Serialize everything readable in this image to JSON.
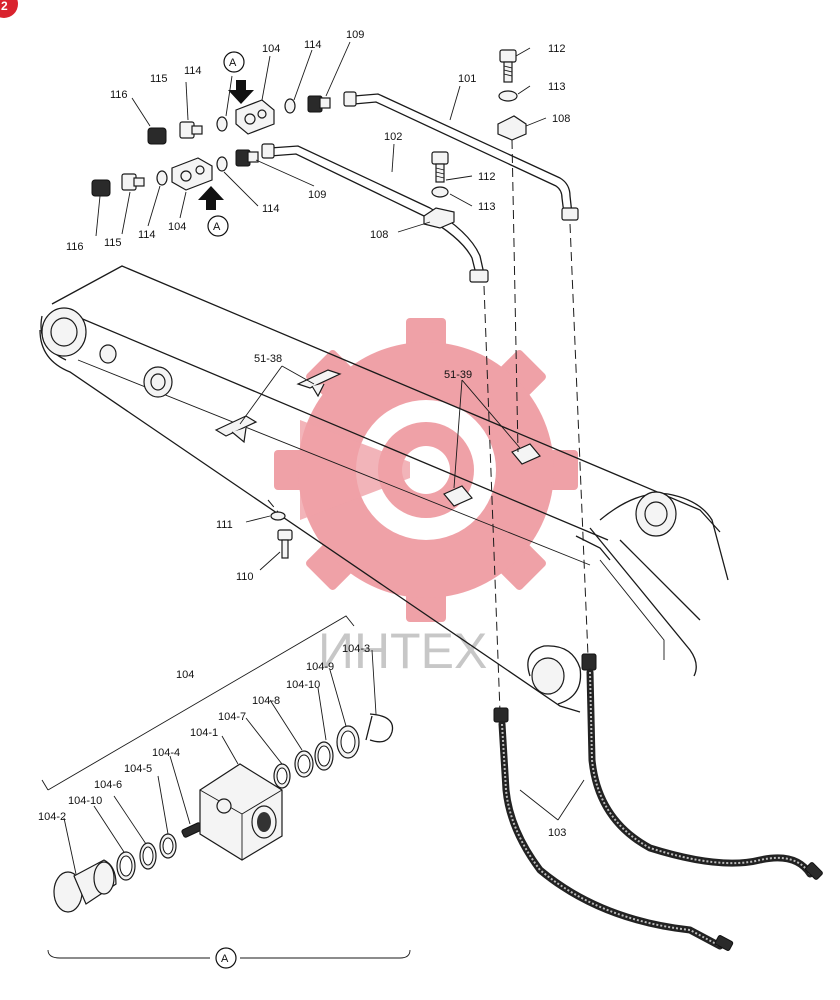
{
  "labels": {
    "l112a": "112",
    "l113a": "113",
    "l108a": "108",
    "l101": "101",
    "l109a": "109",
    "l114a": "114",
    "l104a": "104",
    "l114b": "114",
    "l115a": "115",
    "l116a": "116",
    "l102": "102",
    "l112b": "112",
    "l113b": "113",
    "l108b": "108",
    "l109b": "109",
    "l114c": "114",
    "l104b": "104",
    "l114d": "114",
    "l115b": "115",
    "l116b": "116",
    "l5138": "51-38",
    "l5139": "51-39",
    "l111": "111",
    "l110": "110",
    "l104c": "104",
    "l1043": "104-3",
    "l1049": "104-9",
    "l10410b": "104-10",
    "l1048": "104-8",
    "l1047": "104-7",
    "l1041": "104-1",
    "l1044": "104-4",
    "l1045": "104-5",
    "l1046": "104-6",
    "l10410a": "104-10",
    "l1042": "104-2",
    "l103": "103"
  },
  "view_marker": "A",
  "watermark": "ИНТЕХ",
  "corner_badge": "2",
  "colors": {
    "line": "#1a1a1a",
    "watermark": "#e35560",
    "badge": "#d9232e"
  }
}
